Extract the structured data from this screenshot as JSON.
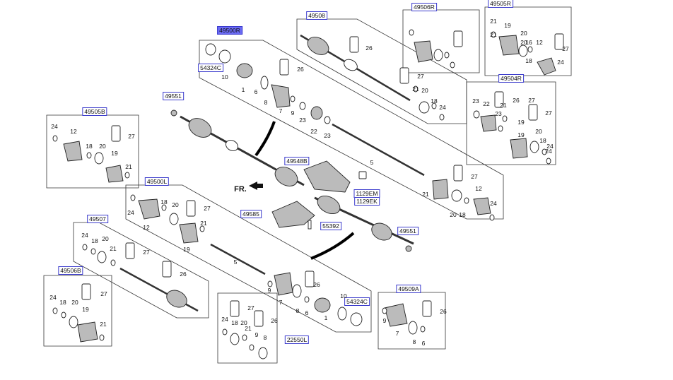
{
  "diagram": {
    "arrow_label": "FR.",
    "refs": [
      {
        "id": "r-49500R",
        "text": "49500R",
        "hl": true
      },
      {
        "id": "r-49508",
        "text": "49508"
      },
      {
        "id": "r-49506R",
        "text": "49506R"
      },
      {
        "id": "r-49505R",
        "text": "49505R"
      },
      {
        "id": "r-49504R",
        "text": "49504R"
      },
      {
        "id": "r-54324C-a",
        "text": "54324C"
      },
      {
        "id": "r-49551-a",
        "text": "49551"
      },
      {
        "id": "r-49505B",
        "text": "49505B"
      },
      {
        "id": "r-49548B",
        "text": "49548B"
      },
      {
        "id": "r-1129EM",
        "text": "1129EM"
      },
      {
        "id": "r-1129EK",
        "text": "1129EK"
      },
      {
        "id": "r-49500L",
        "text": "49500L"
      },
      {
        "id": "r-49585",
        "text": "49585"
      },
      {
        "id": "r-55392",
        "text": "55392"
      },
      {
        "id": "r-49551-b",
        "text": "49551"
      },
      {
        "id": "r-49507",
        "text": "49507"
      },
      {
        "id": "r-49506B",
        "text": "49506B"
      },
      {
        "id": "r-54324C-b",
        "text": "54324C"
      },
      {
        "id": "r-49509A",
        "text": "49509A"
      },
      {
        "id": "r-22550L",
        "text": "22550L"
      }
    ],
    "parts": [
      "10",
      "1",
      "6",
      "8",
      "7",
      "9",
      "26",
      "22",
      "23",
      "23",
      "5",
      "27",
      "21",
      "20",
      "18",
      "24",
      "12",
      "21",
      "19",
      "20",
      "18",
      "24",
      "27",
      "21",
      "20",
      "16",
      "12",
      "27",
      "19",
      "24",
      "23",
      "26",
      "22",
      "23",
      "21",
      "27",
      "19",
      "20",
      "18",
      "24",
      "26",
      "27",
      "21",
      "20",
      "18",
      "24",
      "24",
      "12",
      "18",
      "20",
      "19",
      "27",
      "21",
      "24",
      "18",
      "20",
      "12",
      "27",
      "21",
      "19",
      "5",
      "26",
      "9",
      "7",
      "8",
      "6",
      "1",
      "10",
      "24",
      "20",
      "21",
      "18",
      "27",
      "26",
      "24",
      "18",
      "20",
      "19",
      "27",
      "21",
      "26",
      "27",
      "24",
      "18",
      "20",
      "21",
      "9",
      "8",
      "26",
      "9",
      "7",
      "8",
      "6"
    ]
  }
}
